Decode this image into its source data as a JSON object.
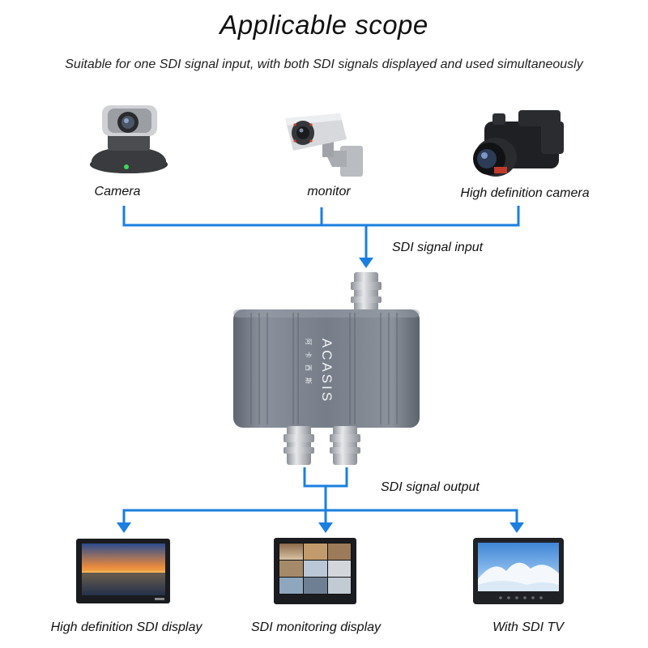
{
  "title": "Applicable scope",
  "subtitle": "Suitable for one SDI signal input, with both SDI signals displayed and used simultaneously",
  "inputs": [
    {
      "label": "Camera",
      "icon": "ptz-camera-icon"
    },
    {
      "label": "monitor",
      "icon": "security-camera-icon"
    },
    {
      "label": "High definition camera",
      "icon": "camcorder-icon"
    }
  ],
  "input_flow_label": "SDI signal input",
  "device": {
    "brand": "ACASIS",
    "chinese_text": "阿卡西斯",
    "icon": "sdi-splitter-device"
  },
  "output_flow_label": "SDI signal output",
  "outputs": [
    {
      "label": "High definition SDI display",
      "icon": "hd-display-icon"
    },
    {
      "label": "SDI monitoring display",
      "icon": "monitoring-display-icon"
    },
    {
      "label": "With SDI TV",
      "icon": "sdi-tv-icon"
    }
  ],
  "colors": {
    "connector": "#1a7fe0",
    "device_body": "#6e7580",
    "text": "#111111"
  }
}
